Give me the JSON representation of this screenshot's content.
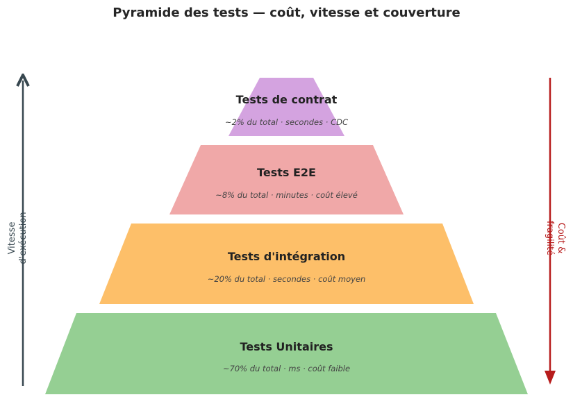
{
  "title": "Pyramide des tests — coût, vitesse et couverture",
  "layers": [
    {
      "name": "Tests de contrat",
      "desc": "~2% du total · secondes · CDC",
      "color": "#d4a3e0"
    },
    {
      "name": "Tests E2E",
      "desc": "~8% du total · minutes · coût élevé",
      "color": "#f0a8a8"
    },
    {
      "name": "Tests d'intégration",
      "desc": "~20% du total · secondes · coût moyen",
      "color": "#fdbf69"
    },
    {
      "name": "Tests Unitaires",
      "desc": "~70% du total · ms · coût faible",
      "color": "#95cf93"
    }
  ],
  "left_axis": {
    "line1": "Vitesse",
    "line2": "d'exécution",
    "color": "#37474f"
  },
  "right_axis": {
    "line1": "Coût &",
    "line2": "fragilité",
    "color": "#b71c1c"
  }
}
